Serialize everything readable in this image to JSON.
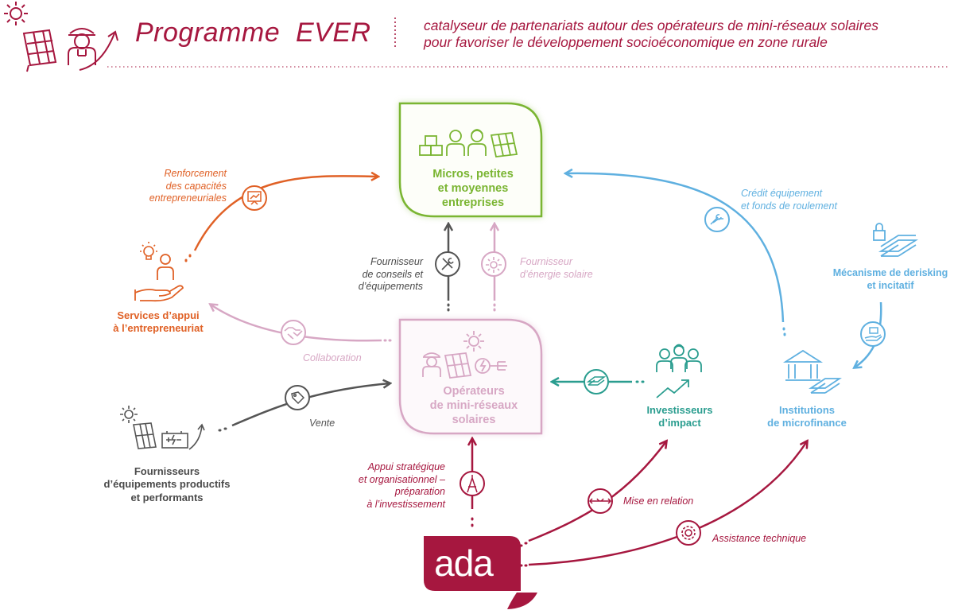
{
  "header": {
    "title": "Programme  EVER",
    "subtitle_line1": "catalyseur de partenariats autour des opérateurs de mini-réseaux solaires",
    "subtitle_line2": "pour favoriser le développement socioéconomique en zone rurale"
  },
  "nodes": {
    "mpme": {
      "line1": "Micros, petites",
      "line2": "et moyennes",
      "line3": "entreprises"
    },
    "operateurs": {
      "line1": "Opérateurs",
      "line2": "de mini-réseaux",
      "line3": "solaires"
    },
    "services": {
      "line1": "Services d’appui",
      "line2": "à l’entrepreneuriat"
    },
    "fournisseurs": {
      "line1": "Fournisseurs",
      "line2": "d’équipements productifs",
      "line3": "et performants"
    },
    "investisseurs": {
      "line1": "Investisseurs",
      "line2": "d’impact"
    },
    "institutions": {
      "line1": "Institutions",
      "line2": "de microfinance"
    },
    "derisking": {
      "line1": "Mécanisme de derisking",
      "line2": "et incitatif"
    },
    "ada": {
      "logo": "ada"
    }
  },
  "links": {
    "renforcement": {
      "line1": "Renforcement",
      "line2": "des capacités",
      "line3": "entrepreneuriales"
    },
    "credit": {
      "line1": "Crédit équipement",
      "line2": "et fonds de roulement"
    },
    "conseils": {
      "line1": "Fournisseur",
      "line2": "de conseils et",
      "line3": "d’équipements"
    },
    "energie": {
      "line1": "Fournisseur",
      "line2": "d’énergie solaire"
    },
    "collaboration": "Collaboration",
    "vente": "Vente",
    "appui": {
      "line1": "Appui stratégique",
      "line2": "et organisationnel –",
      "line3": "préparation",
      "line4": "à l’investissement"
    },
    "mise_en_relation": "Mise en relation",
    "assistance": "Assistance technique"
  },
  "colors": {
    "brand": "#a6173f",
    "mpme": "#7ab532",
    "operateurs": "#d7a7c4",
    "services": "#e06126",
    "fournisseurs": "#555555",
    "investisseurs": "#2a9d8f",
    "institutions": "#5fb0e0"
  },
  "icons": [
    "sun-icon",
    "solar-panel-icon",
    "worker-icon",
    "growth-arrow-icon",
    "boxes-icon",
    "people-icon",
    "lightbulb-icon",
    "person-icon",
    "hand-icon",
    "presentation-icon",
    "handshake-icon",
    "price-tag-icon",
    "tools-icon",
    "solar-energy-icon",
    "battery-icon",
    "compass-icon",
    "connection-icon",
    "gear-icon",
    "money-icon",
    "bank-icon",
    "lock-icon",
    "team-icon",
    "chart-arrow-icon"
  ]
}
